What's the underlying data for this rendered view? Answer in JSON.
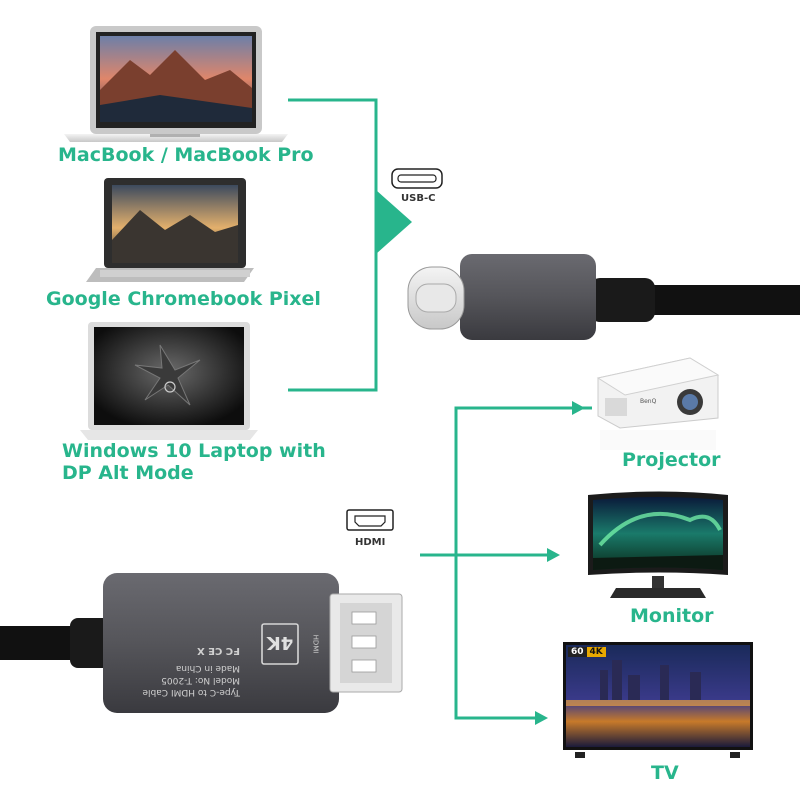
{
  "sources": [
    {
      "label": "MacBook / MacBook Pro"
    },
    {
      "label": "Google Chromebook Pixel"
    },
    {
      "label_line1": "Windows 10 Laptop with",
      "label_line2": "DP Alt Mode"
    }
  ],
  "connectors": {
    "usbc_tag": "USB-C",
    "hdmi_tag": "HDMI"
  },
  "adapter": {
    "badge": "4K",
    "port_label": "HDMI",
    "print_lines": [
      "Type-C to HDMI Cable",
      "Model No: T-2005",
      "Made in China"
    ],
    "cert_marks": "FC CE X"
  },
  "displays": [
    {
      "label": "Projector",
      "brand": "BenQ"
    },
    {
      "label": "Monitor"
    },
    {
      "label": "TV",
      "badge_fps": "60",
      "badge_res": "4K"
    }
  ],
  "colors": {
    "accent": "#28b58c",
    "cable": "#1a1a1a",
    "housing": "#4a4a4f"
  }
}
